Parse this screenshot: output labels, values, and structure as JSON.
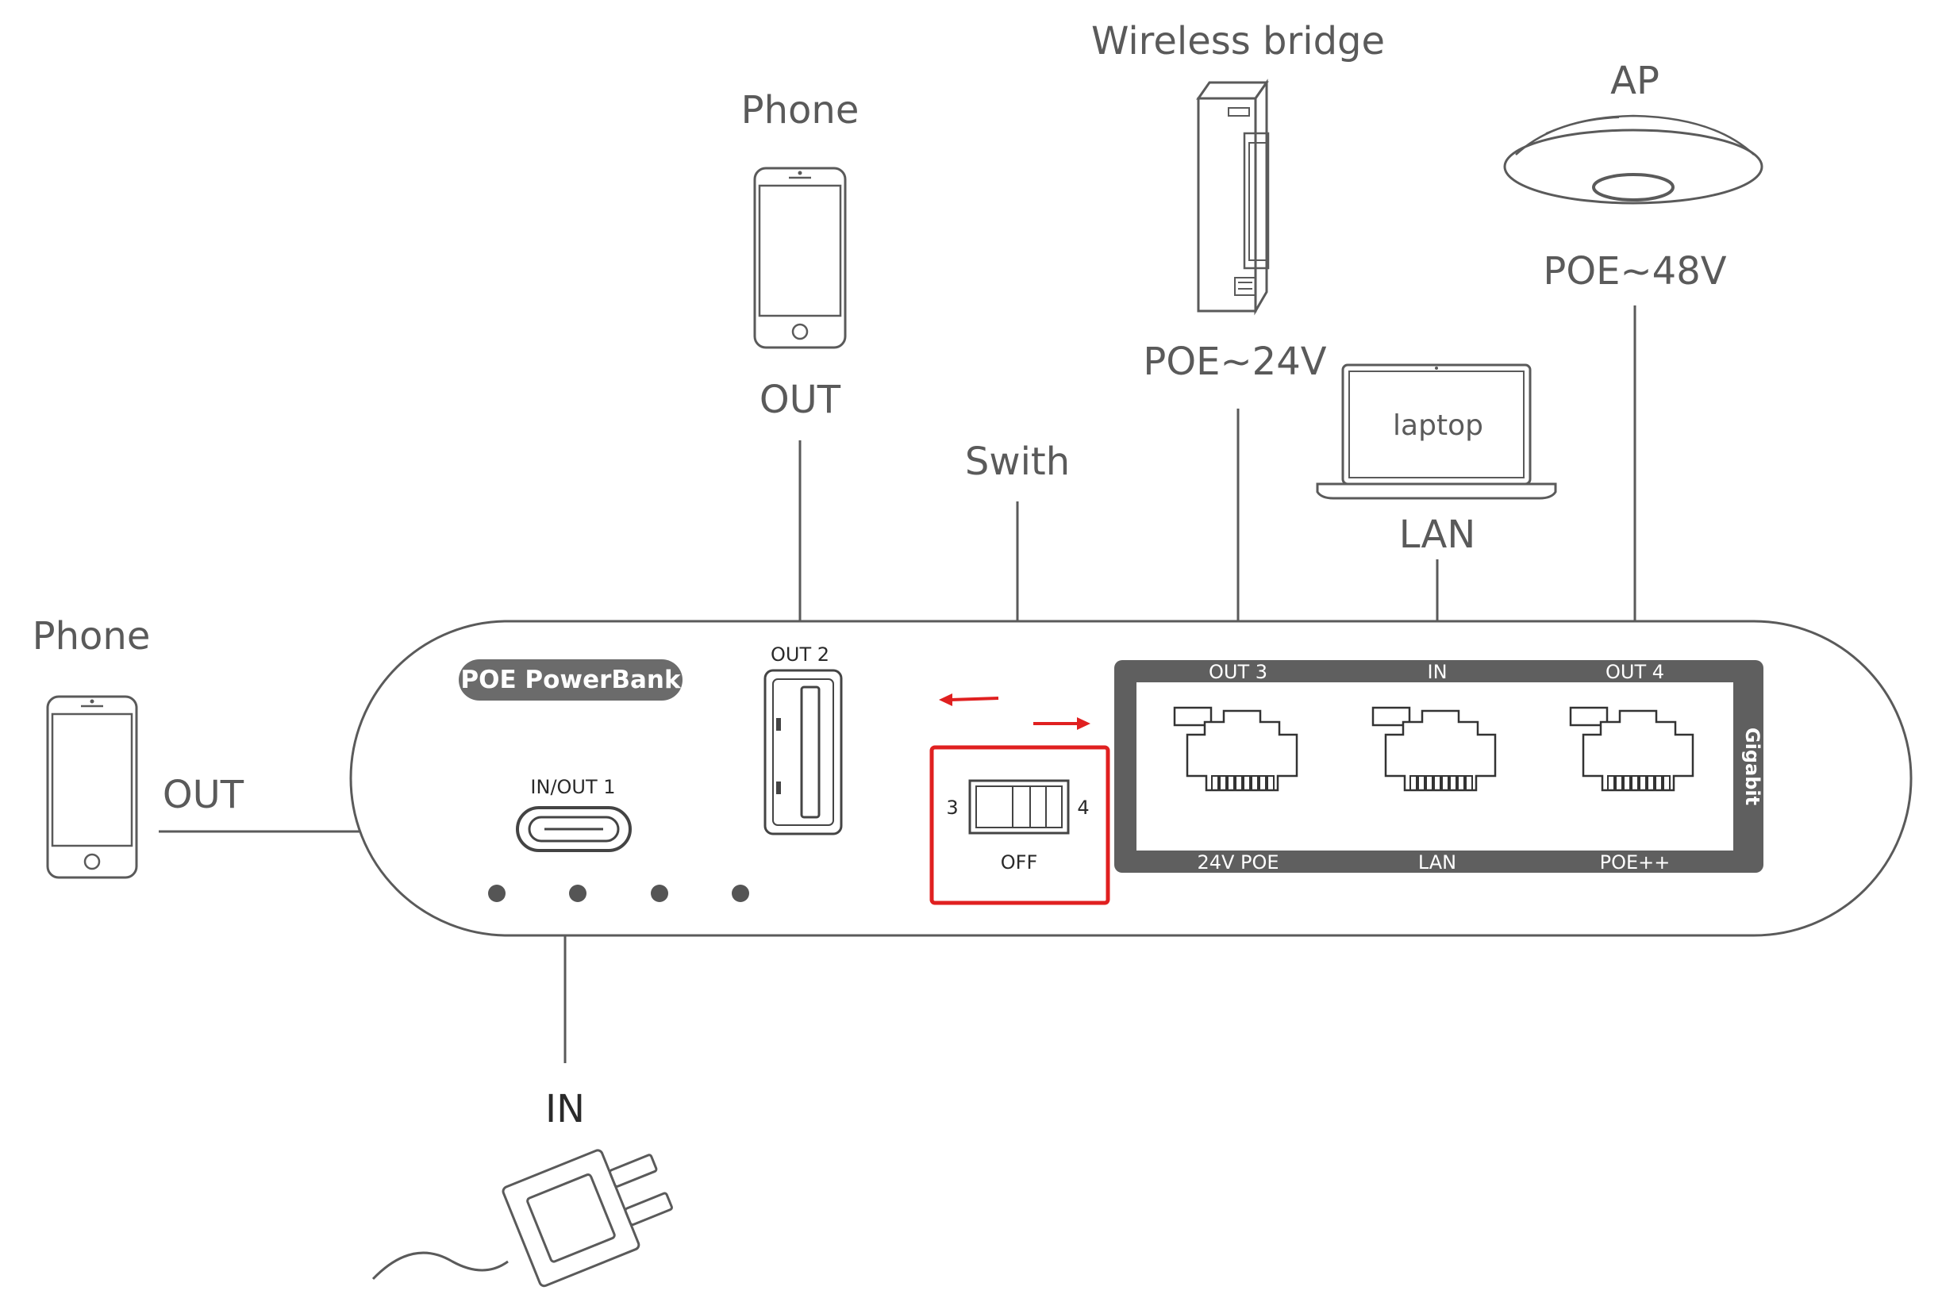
{
  "labels": {
    "phone_left_title": "Phone",
    "phone_left_out": "OUT",
    "phone_top_title": "Phone",
    "phone_top_out": "OUT",
    "wireless_bridge": "Wireless bridge",
    "ap": "AP",
    "poe_24v": "POE~24V",
    "poe_48v": "POE~48V",
    "laptop": "laptop",
    "lan_top": "LAN",
    "switch_title": "Swith",
    "in_bottom": "IN"
  },
  "device": {
    "brand_badge": "POE PowerBank",
    "port_in_out1": "IN/OUT 1",
    "port_out2": "OUT 2",
    "switch_left": "3",
    "switch_right": "4",
    "switch_state": "OFF",
    "panel_side": "Gigabit",
    "ethernet_ports": [
      {
        "top": "OUT 3",
        "bottom": "24V POE"
      },
      {
        "top": "IN",
        "bottom": "LAN"
      },
      {
        "top": "OUT 4",
        "bottom": "POE++"
      }
    ]
  },
  "colors": {
    "outline": "#5a5a5a",
    "panel": "#5f5f5f",
    "highlight": "#e02020"
  }
}
